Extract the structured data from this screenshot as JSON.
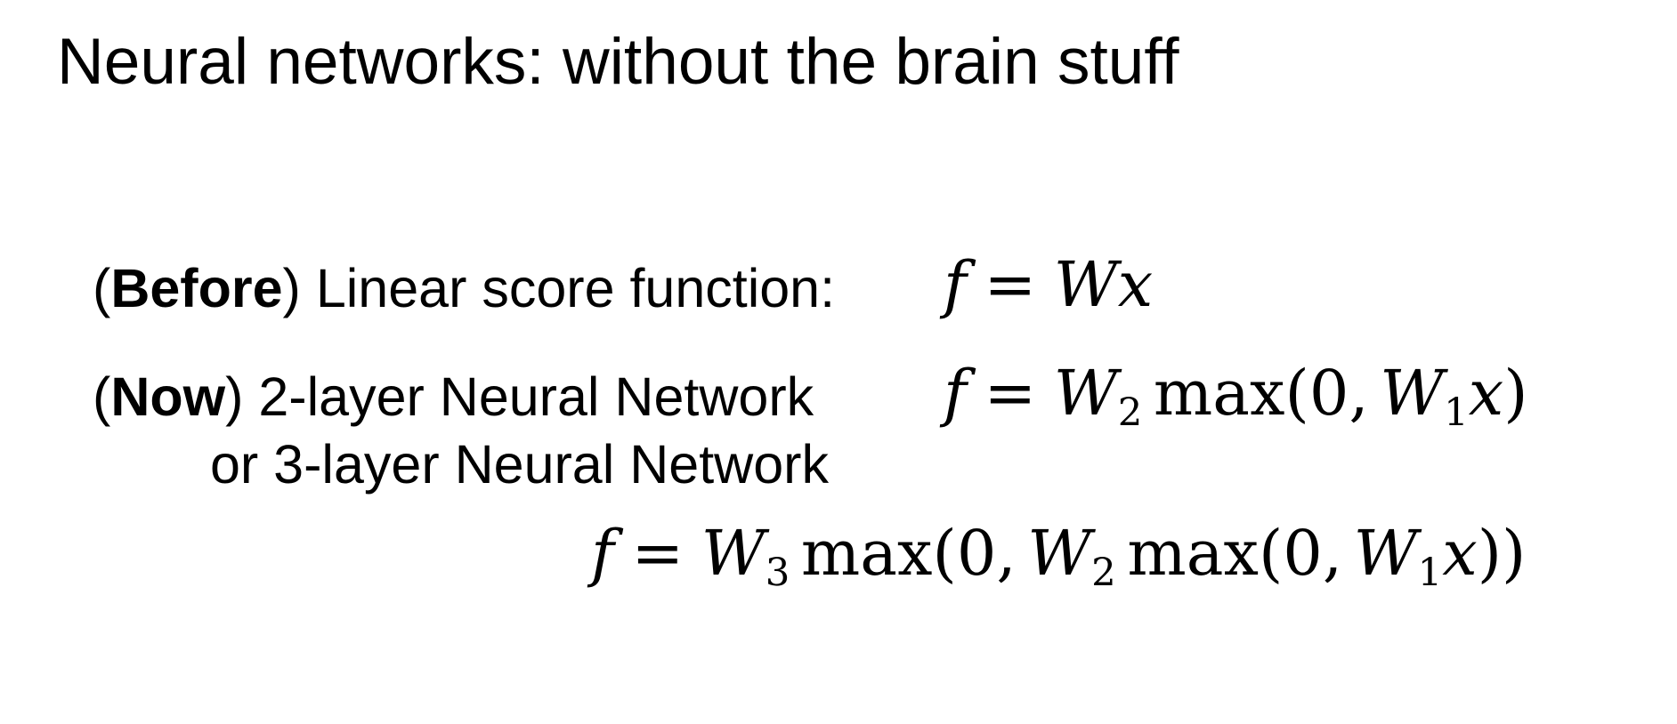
{
  "title": "Neural networks: without the brain stuff",
  "lines": {
    "before": {
      "bold": "Before",
      "open": "(",
      "close": ")",
      "rest": " Linear score function:"
    },
    "now": {
      "bold": "Now",
      "open": "(",
      "close": ")",
      "rest": " 2-layer Neural Network"
    },
    "or": "or 3-layer Neural Network"
  },
  "equations": {
    "linear": {
      "lhs": "f",
      "eq": "=",
      "W": "W",
      "x": "x"
    },
    "two_layer": {
      "lhs": "f",
      "eq": "=",
      "W": "W",
      "sub2": "2",
      "fn": "max",
      "open": "(0,",
      "sub1": "1",
      "x": "x",
      "close": ")"
    },
    "three_layer": {
      "lhs": "f",
      "eq": "=",
      "W": "W",
      "sub3": "3",
      "fn": "max",
      "open": "(0,",
      "sub2": "2",
      "sub1": "1",
      "x": "x",
      "close": "))"
    }
  }
}
